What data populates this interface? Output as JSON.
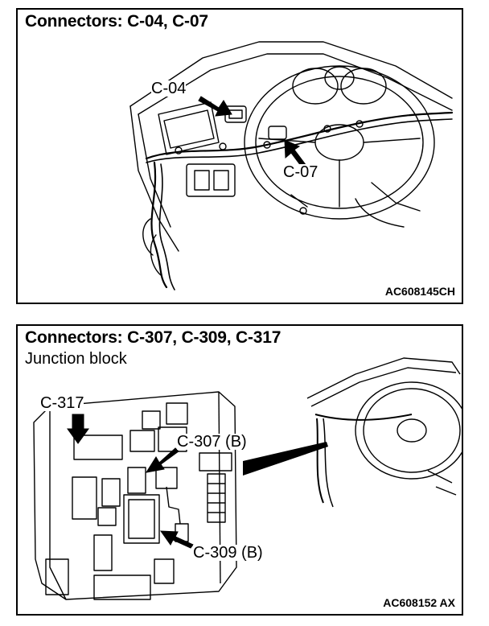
{
  "top_panel": {
    "title": "Connectors: C-04, C-07",
    "callouts": {
      "c04": "C-04",
      "c07": "C-07"
    },
    "figure_code": "AC608145CH"
  },
  "bottom_panel": {
    "title": "Connectors: C-307, C-309, C-317",
    "subtitle": "Junction block",
    "callouts": {
      "c317": "C-317",
      "c307": "C-307 (B)",
      "c309": "C-309 (B)"
    },
    "figure_code": "AC608152 AX"
  }
}
